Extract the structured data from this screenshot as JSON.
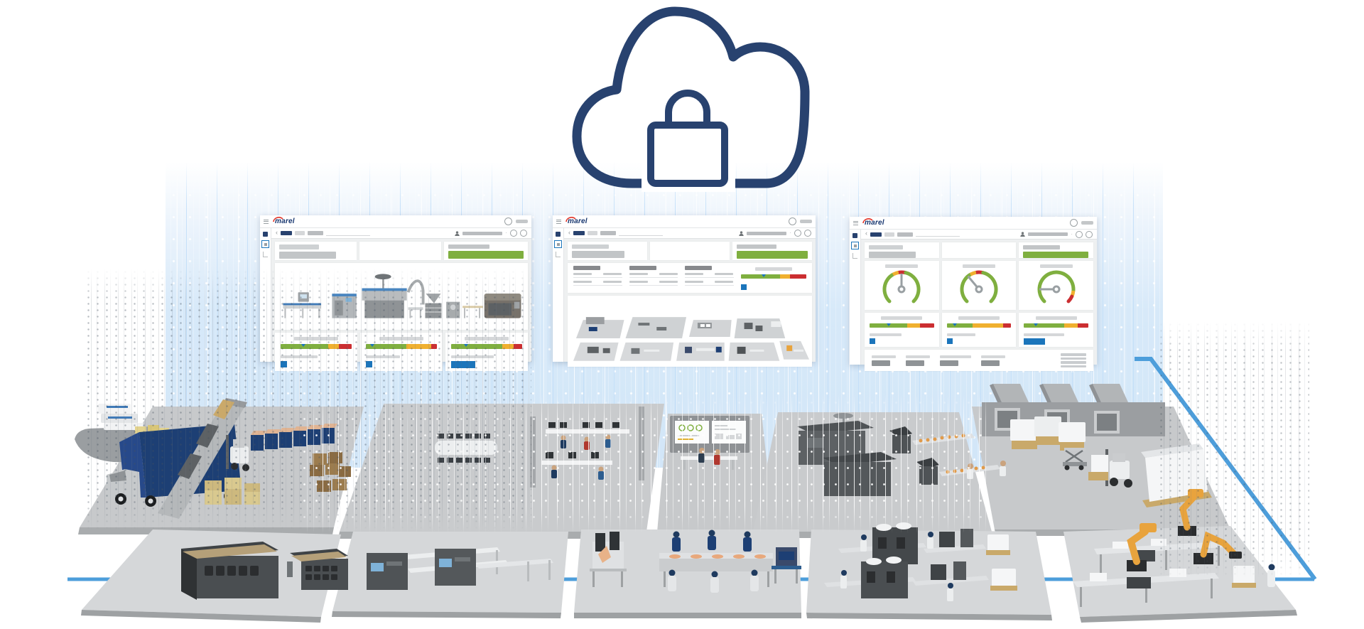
{
  "brand": {
    "logo_text": "marel"
  },
  "palette": {
    "navy": "#28426f",
    "logo_blue": "#16356e",
    "logo_red": "#e23125",
    "status_green": "#7faf3f",
    "status_yellow": "#f0b02f",
    "status_red": "#cb2e31",
    "action_blue": "#1b75bb",
    "beam_blue": "#d7e9f9",
    "connector_blue": "#4d9edb",
    "placeholder_light": "#ced1d3",
    "placeholder_mid": "#c2c5c7",
    "placeholder_dark": "#8f9396",
    "platform_gray": "#c9cbcd",
    "tile_gray": "#d5d7d9"
  },
  "cloud": {
    "icon": "cloud-lock-icon"
  },
  "windows": [
    {
      "name": "production-line-dashboard",
      "logo_text": "marel",
      "summary_cards": [
        {
          "bars": 2
        },
        {
          "bars": 0
        },
        {
          "bars": 1,
          "status_bar": "green"
        }
      ],
      "main_view": "processing-line-illustration",
      "kpi_cards": [
        {
          "segments_pct": {
            "green": 67,
            "yellow": 15,
            "red": 18
          },
          "marker_pct": 32,
          "action": "blue-square"
        },
        {
          "segments_pct": {
            "green": 57,
            "yellow": 35,
            "red": 8
          },
          "marker_pct": 9,
          "action": "blue-square"
        },
        {
          "segments_pct": {
            "green": 72,
            "yellow": 16,
            "red": 12
          },
          "marker_pct": 21,
          "action": "blue-button"
        }
      ]
    },
    {
      "name": "plant-overview-dashboard",
      "logo_text": "marel",
      "summary_cards": [
        {
          "bars": 2
        },
        {
          "bars": 0
        },
        {
          "bars": 1,
          "status_bar": "green"
        }
      ],
      "table_groups": [
        {
          "rows": 2,
          "columns": 2
        },
        {
          "rows": 2,
          "columns": 2
        },
        {
          "rows": 2,
          "columns": 2
        }
      ],
      "kpi_cards": [
        {
          "segments_pct": {
            "green": 60,
            "yellow": 15,
            "red": 25
          },
          "marker_pct": 35,
          "action": "blue-square"
        }
      ],
      "main_view": "factory-floor-map-illustration"
    },
    {
      "name": "kpi-gauges-dashboard",
      "logo_text": "marel",
      "summary_cards": [
        {
          "bars": 2
        },
        {
          "bars": 0
        },
        {
          "bars": 1,
          "status_bar": "green"
        }
      ],
      "gauges": [
        {
          "needle_pct": 50
        },
        {
          "needle_pct": 35
        },
        {
          "needle_pct": 17
        }
      ],
      "kpi_cards": [
        {
          "segments_pct": {
            "green": 58,
            "yellow": 20,
            "red": 22
          },
          "marker_pct": 30,
          "action": "blue-square"
        },
        {
          "segments_pct": {
            "green": 40,
            "yellow": 48,
            "red": 12
          },
          "marker_pct": 12,
          "action": "blue-square"
        },
        {
          "segments_pct": {
            "green": 62,
            "yellow": 22,
            "red": 16
          },
          "marker_pct": 18,
          "action": "blue-button"
        }
      ],
      "footer_stat_pairs": 4
    }
  ],
  "factory": {
    "sections": [
      "harbor-intake",
      "truck-reception",
      "raw-material-storage",
      "meeting-room",
      "office-workstations",
      "control-room",
      "grinding-lines",
      "cold-storage",
      "thermal-ovens",
      "portioning-lines",
      "manual-processing-line",
      "packing-lines",
      "robot-palletizing"
    ],
    "connector_line_color": "#4d9edb"
  }
}
